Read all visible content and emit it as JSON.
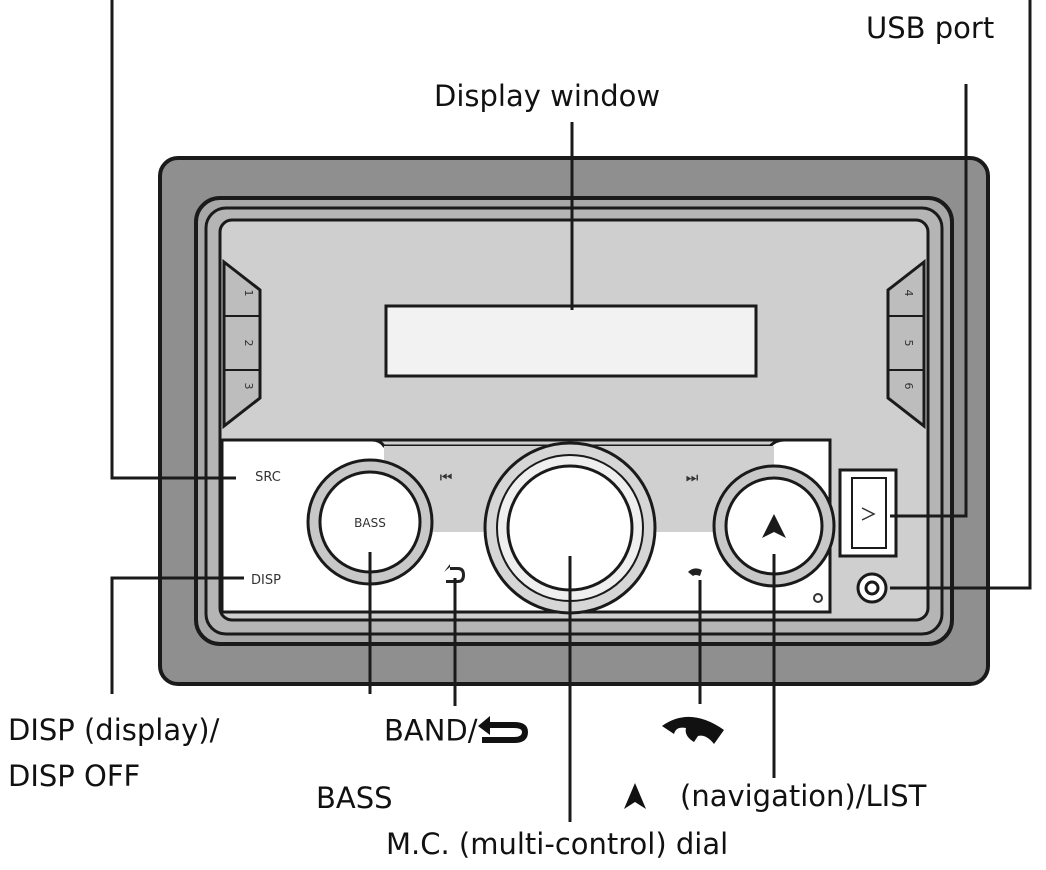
{
  "labels": {
    "usb_port": "USB port",
    "display_window": "Display window",
    "disp_line1": "DISP (display)/",
    "disp_line2": "DISP OFF",
    "band": "BAND/",
    "bass": "BASS",
    "navigation": "(navigation)/LIST",
    "mc_dial": "M.C. (multi-control) dial"
  },
  "unit_markings": {
    "src": "SRC",
    "disp": "DISP",
    "bass_knob": "BASS",
    "left_presets": [
      "1",
      "2",
      "3"
    ],
    "right_presets": [
      "4",
      "5",
      "6"
    ],
    "prev": "⏮",
    "next": "⏭"
  },
  "icons": {
    "back": "back-arrow-icon",
    "phone": "phone-icon",
    "navigation": "navigation-arrow-icon"
  },
  "colors": {
    "frame": "#8f8f8f",
    "panel": "#c9c9c9",
    "display": "#f2f2f2",
    "outline": "#1a1a1a",
    "text": "#111111"
  }
}
